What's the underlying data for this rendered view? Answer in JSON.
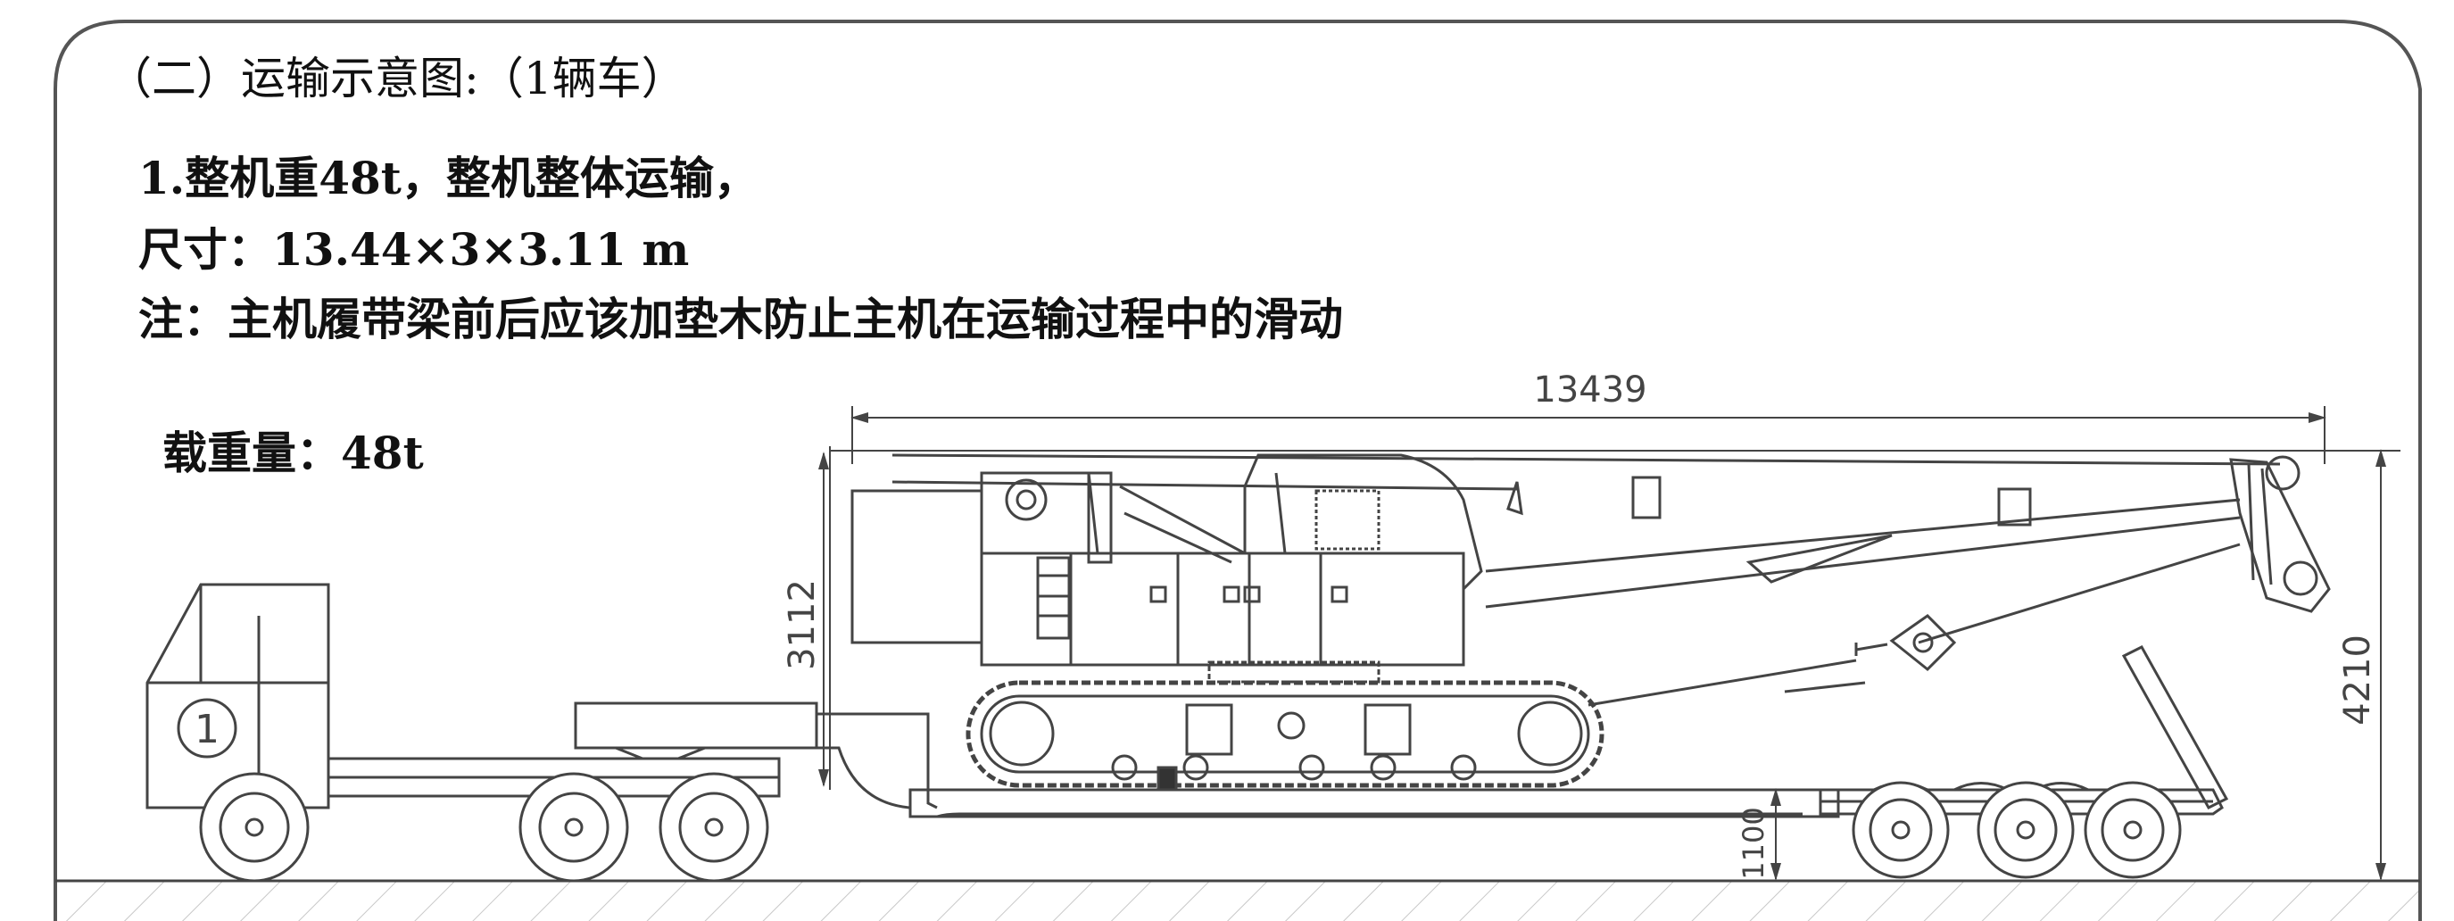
{
  "heading": "（二）运输示意图:（1辆车）",
  "info": {
    "weight_line": "1.整机重48t，整机整体运输，",
    "size_line": "尺寸：13.44×3×3.11 m",
    "note_line": "注：主机履带梁前后应该加垫木防止主机在运输过程中的滑动",
    "load_line": "载重量：48t"
  },
  "dimensions": {
    "overall_length": "13439",
    "machine_height": "3112",
    "total_height": "4210",
    "deck_height": "1100"
  },
  "vehicle_number": "1"
}
